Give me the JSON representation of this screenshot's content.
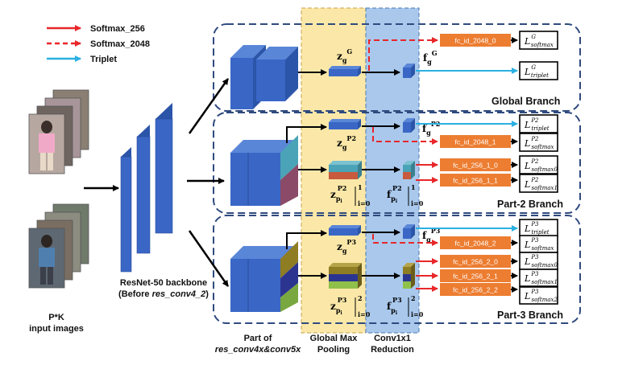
{
  "legend": [
    {
      "label": "Softmax_256",
      "color": "#e8272a",
      "style": "solid"
    },
    {
      "label": "Softmax_2048",
      "color": "#e8272a",
      "style": "dashed"
    },
    {
      "label": "Triplet",
      "color": "#2ab0e2",
      "style": "solid"
    }
  ],
  "input": {
    "label_line1": "P*K",
    "label_line2": "input images"
  },
  "backbone": {
    "label_line1": "ResNet-50 backbone",
    "label_line2_prefix": "(Before ",
    "label_line2_italic": "res_conv4_2",
    "label_line2_suffix": ")"
  },
  "columns": {
    "part_line1": "Part of",
    "part_line2": "res_conv4x&conv5x",
    "gmp_line1": "Global Max",
    "gmp_line2": "Pooling",
    "conv_line1": "Conv1x1",
    "conv_line2": "Reduction"
  },
  "branches": {
    "global": "Global Branch",
    "part2": "Part-2 Branch",
    "part3": "Part-3 Branch"
  },
  "fc": {
    "g_2048": "fc_id_2048_0",
    "p2_2048": "fc_id_2048_1",
    "p2_256_0": "fc_id_256_1_0",
    "p2_256_1": "fc_id_256_1_1",
    "p3_2048": "fc_id_2048_2",
    "p3_256_0": "fc_id_256_2_0",
    "p3_256_1": "fc_id_256_2_1",
    "p3_256_2": "fc_id_256_2_2"
  },
  "losses": {
    "L": "L",
    "g_softmax": {
      "sup": "G",
      "sub": "softmax"
    },
    "g_triplet": {
      "sup": "G",
      "sub": "triplet"
    },
    "p2_triplet": {
      "sup": "P2",
      "sub": "triplet"
    },
    "p2_softmax": {
      "sup": "P2",
      "sub": "softmax"
    },
    "p2_softmax0": {
      "sup": "P2",
      "sub": "softmax0"
    },
    "p2_softmax1": {
      "sup": "P2",
      "sub": "softmax1"
    },
    "p3_triplet": {
      "sup": "P3",
      "sub": "triplet"
    },
    "p3_softmax": {
      "sup": "P3",
      "sub": "softmax"
    },
    "p3_softmax0": {
      "sup": "P3",
      "sub": "softmax0"
    },
    "p3_softmax1": {
      "sup": "P3",
      "sub": "softmax1"
    },
    "p3_softmax2": {
      "sup": "P3",
      "sub": "softmax2"
    }
  },
  "features": {
    "zg": {
      "base": "z",
      "sub": "g",
      "sup": "G"
    },
    "fg": {
      "base": "f",
      "sub": "g",
      "sup": "G"
    },
    "zg_p2": {
      "base": "z",
      "sub": "g",
      "sup": "P2"
    },
    "fg_p2": {
      "base": "f",
      "sub": "g",
      "sup": "P2"
    },
    "zp2": {
      "base": "z",
      "sub": "p",
      "subsub": "i",
      "sup": "P2",
      "range_top": "1",
      "range_bot": "i=0"
    },
    "fp2": {
      "base": "f",
      "sub": "p",
      "subsub": "i",
      "sup": "P2",
      "range_top": "1",
      "range_bot": "i=0"
    },
    "zg_p3": {
      "base": "z",
      "sub": "g",
      "sup": "P3"
    },
    "fg_p3": {
      "base": "f",
      "sub": "g",
      "sup": "P3"
    },
    "zp3": {
      "base": "z",
      "sub": "p",
      "subsub": "i",
      "sup": "P3",
      "range_top": "2",
      "range_bot": "i=0"
    },
    "fp3": {
      "base": "f",
      "sub": "p",
      "subsub": "i",
      "sup": "P3",
      "range_top": "2",
      "range_bot": "i=0"
    }
  },
  "colors": {
    "block_blue": "#3a67c6",
    "gmp_column": "#fbe8a8",
    "conv_column": "#a9c8ec",
    "fc_orange": "#ec7d31",
    "branch_border": "#2f4a7e",
    "red": "#e8272a",
    "cyan": "#2ab0e2",
    "teal": "#4aa3b6",
    "brick": "#c85a3e",
    "olive": "#8f7d24",
    "navy": "#2b3590",
    "lime": "#8fc04a"
  }
}
